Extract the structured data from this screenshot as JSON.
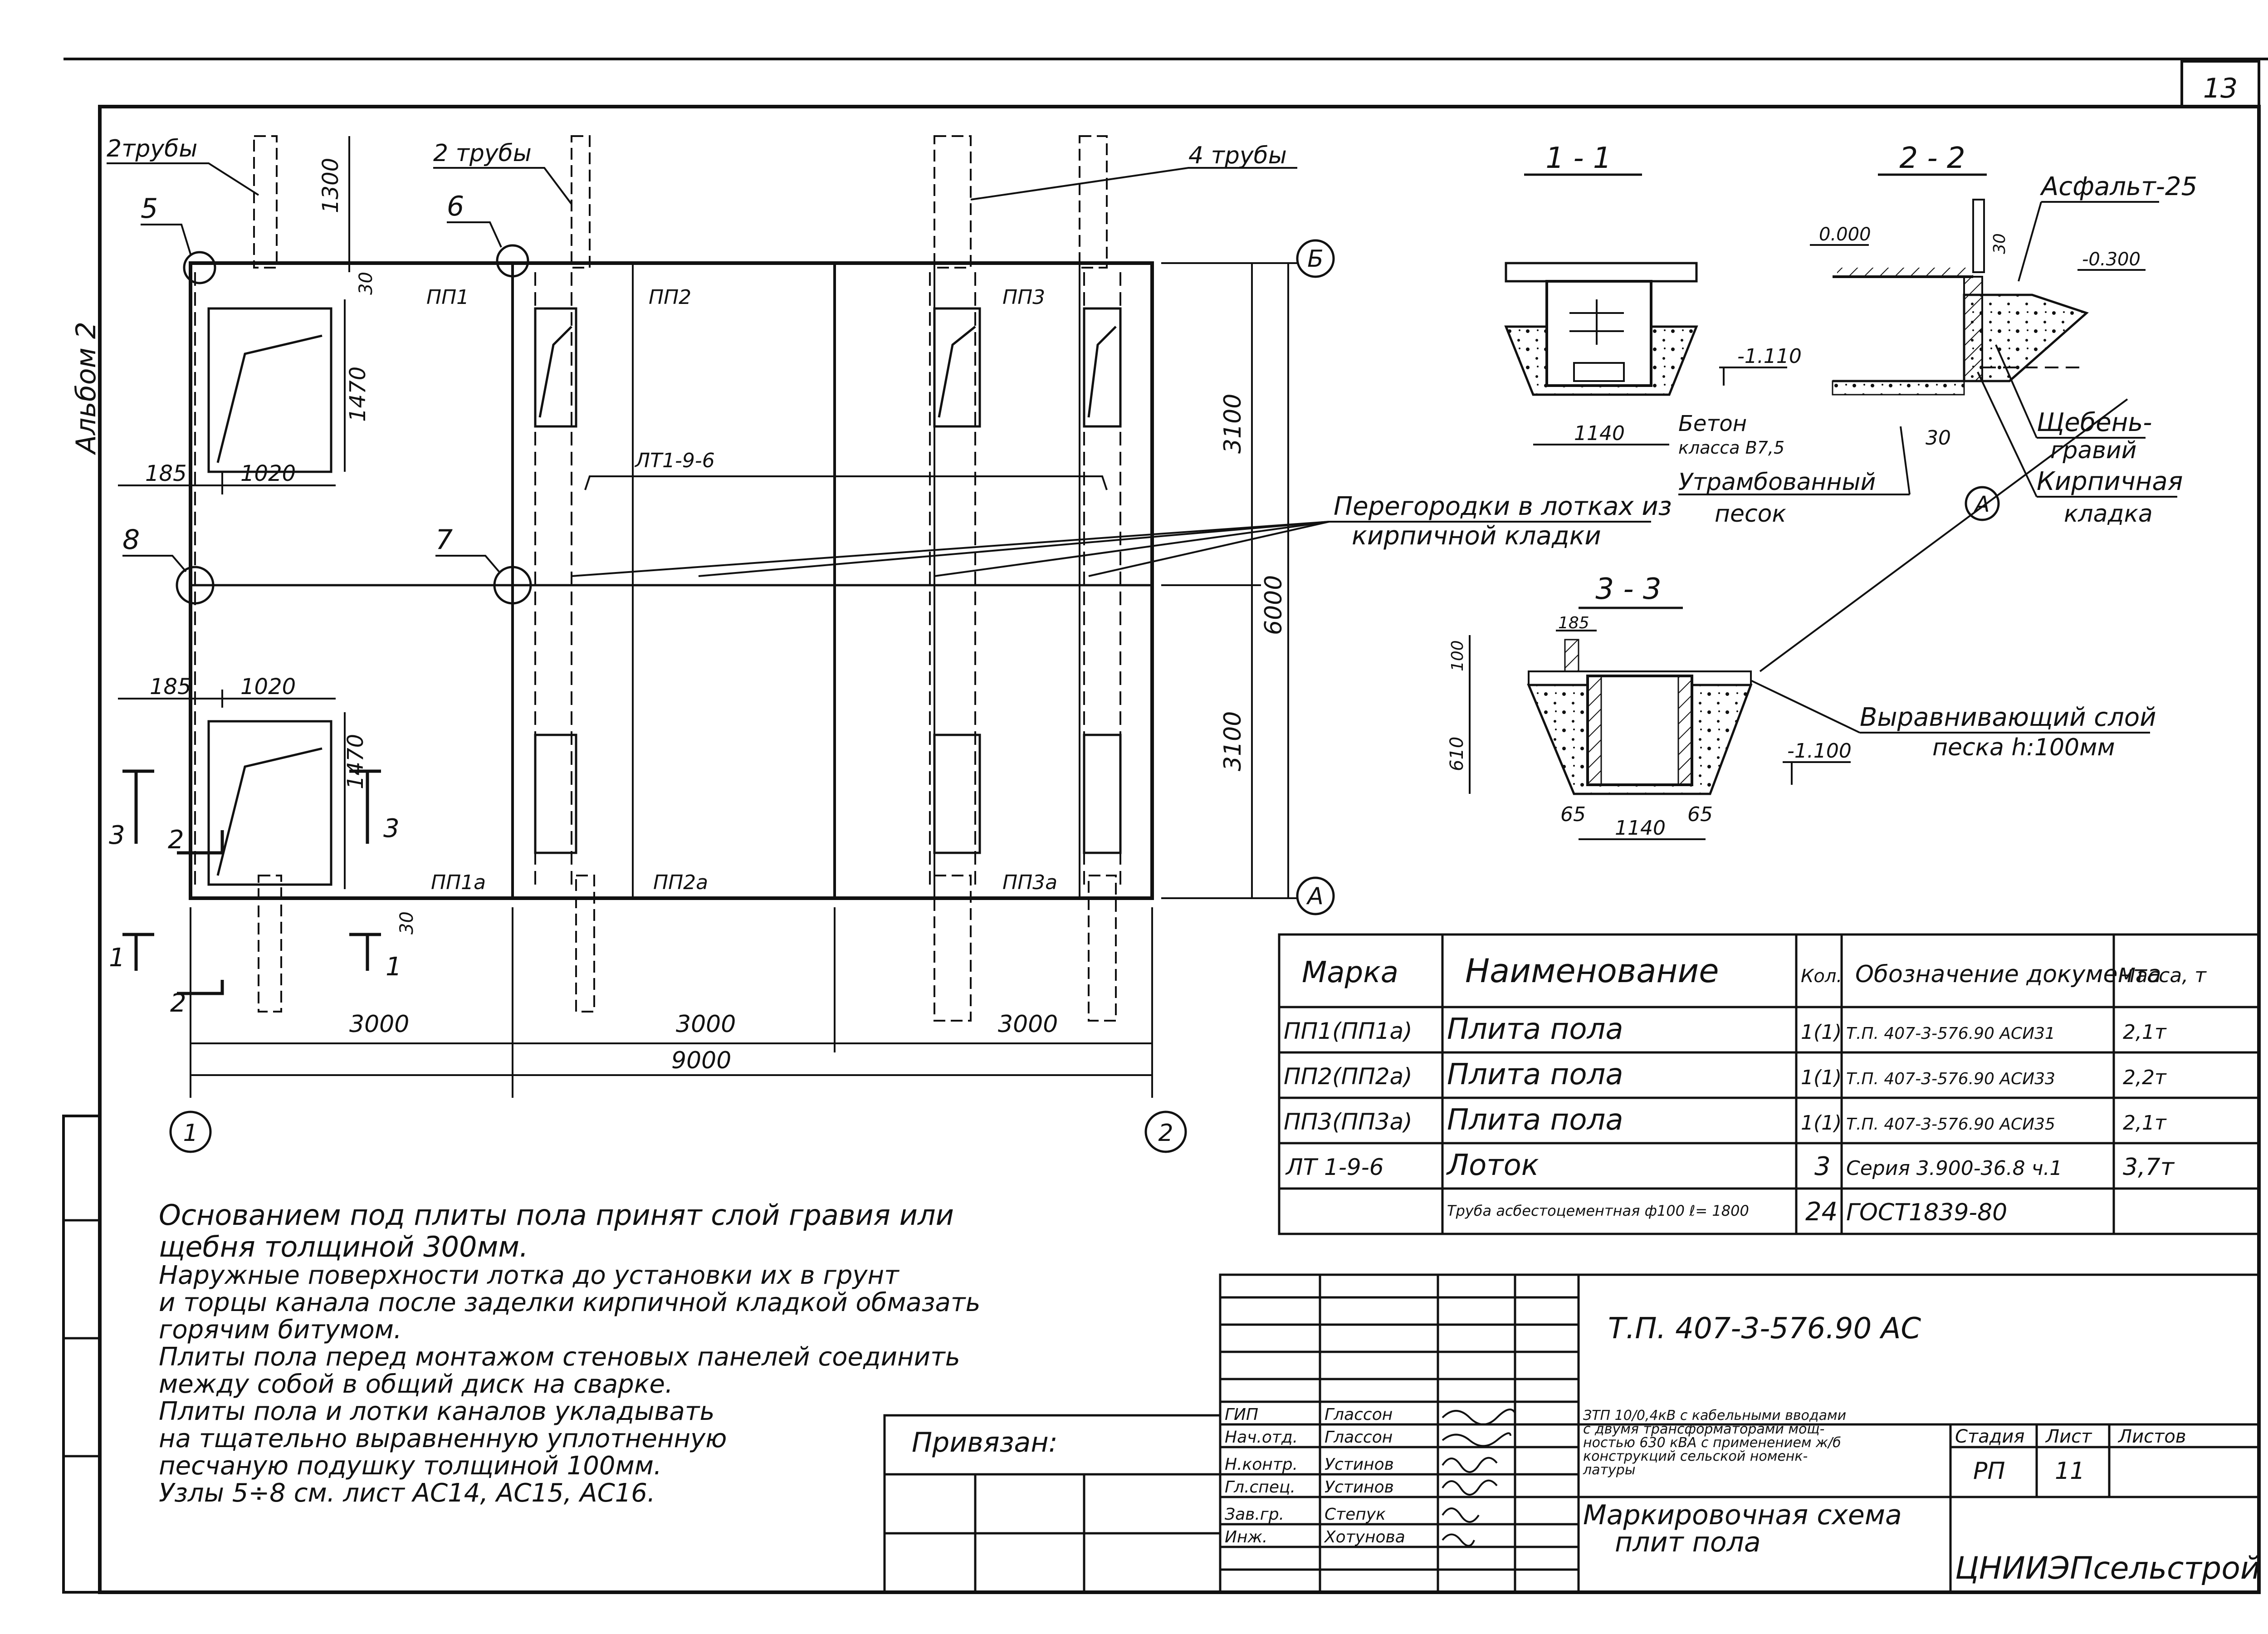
{
  "page": {
    "sheet_number": "13",
    "album_label": "Альбом 2"
  },
  "plan": {
    "callouts": {
      "pipes_left": "2трубы",
      "pipes_mid": "2 трубы",
      "pipes_right": "4 трубы"
    },
    "dims": {
      "d1300": "1300",
      "d30_top": "30",
      "d1470_top": "1470",
      "d185_top": "185",
      "d1020_top": "1020",
      "d185_bot": "185",
      "d1020_bot": "1020",
      "d1470_bot": "1470",
      "d30_bot": "30",
      "d3100_top": "3100",
      "d6000": "6000",
      "d3100_bot": "3100",
      "d3000_1": "3000",
      "d3000_2": "3000",
      "d3000_3": "3000",
      "d9000": "9000"
    },
    "nodes": {
      "n5": "5",
      "n6": "6",
      "n7": "7",
      "n8": "8"
    },
    "axes": {
      "ax_b": "Б",
      "ax_a": "А",
      "ax_1": "1",
      "ax_2": "2"
    },
    "plates": {
      "pp1": "ПП1",
      "pp2": "ПП2",
      "pp3": "ПП3",
      "pp1a": "ПП1а",
      "pp2a": "ПП2а",
      "pp3a": "ПП3а",
      "lt": "ЛТ1-9-6"
    },
    "sections": {
      "s1": "1",
      "s2": "2",
      "s3": "3"
    },
    "partition_note_1": "Перегородки в лотках из",
    "partition_note_2": "кирпичной кладки"
  },
  "sec11": {
    "title": "1 - 1",
    "d1140": "1140",
    "level": "-1.110",
    "beton": "Бетон",
    "beton_class": "класса В7,5",
    "sand1": "Утрамбованный",
    "sand2": "песок"
  },
  "sec22": {
    "title": "2 - 2",
    "asphalt": "Асфальт-25",
    "lvl0": "0.000",
    "lvl_m300": "-0.300",
    "d30a": "30",
    "d30b": "30",
    "gravel1": "Щебень-",
    "gravel2": "гравий",
    "brick1": "Кирпичная",
    "brick2": "кладка",
    "node": "А"
  },
  "sec33": {
    "title": "3 - 3",
    "d185": "185",
    "d100": "100",
    "d610": "610",
    "d65a": "65",
    "d65b": "65",
    "d1140": "1140",
    "level": "-1.100",
    "layer1": "Выравнивающий слой",
    "layer2": "песка  h:100мм"
  },
  "spec": {
    "headers": [
      "Марка",
      "Наименование",
      "Кол.",
      "Обозначение документа",
      "Масса, т"
    ],
    "rows": [
      [
        "ПП1(ПП1а)",
        "Плита пола",
        "1(1)",
        "Т.П. 407-3-576.90 АСИ31",
        "2,1т"
      ],
      [
        "ПП2(ПП2а)",
        "Плита пола",
        "1(1)",
        "Т.П. 407-3-576.90 АСИ33",
        "2,2т"
      ],
      [
        "ПП3(ПП3а)",
        "Плита пола",
        "1(1)",
        "Т.П. 407-3-576.90 АСИ35",
        "2,1т"
      ],
      [
        "ЛТ 1-9-6",
        "Лоток",
        "3",
        "Серия 3.900-36.8 ч.1",
        "3,7т"
      ],
      [
        "",
        "Труба асбестоцементная ф100  ℓ= 1800",
        "24",
        "ГОСТ1839-80",
        ""
      ]
    ]
  },
  "notes": [
    "Основанием под плиты пола принят слой гравия или",
    "щебня толщиной 300мм.",
    "Наружные поверхности лотка до установки их в грунт",
    "и торцы канала после заделки кирпичной кладкой обмазать",
    "горячим битумом.",
    "Плиты пола перед монтажом стеновых панелей соединить",
    "между собой в общий диск на сварке.",
    "Плиты пола и лотки каналов укладывать",
    "на тщательно выравненную уплотненную",
    "песчаную подушку толщиной 100мм.",
    "Узлы 5÷8 см. лист АС14, АС15, АС16."
  ],
  "stamp": {
    "privyazan": "Привязан:",
    "code": "Т.П. 407-3-576.90 АС",
    "roles": [
      "ГИП",
      "Нач.отд.",
      "Н.контр.",
      "Гл.спец.",
      "Зав.гр.",
      "Инж."
    ],
    "names": [
      "Глассон",
      "Глассон",
      "Устинов",
      "Устинов",
      "Степук",
      "Хотунова"
    ],
    "project": [
      "ЗТП 10/0,4кВ с кабельными вводами",
      "с двумя трансформаторами мощ-",
      "ностью 630 кВА с применением ж/б",
      "конструкций сельской номенк-",
      "латуры"
    ],
    "stage_h": "Стадия",
    "sheet_h": "Лист",
    "sheets_h": "Листов",
    "stage": "РП",
    "sheet": "11",
    "drawing_title_1": "Маркировочная схема",
    "drawing_title_2": "плит пола",
    "org": "ЦНИИЭПсельстрой"
  }
}
